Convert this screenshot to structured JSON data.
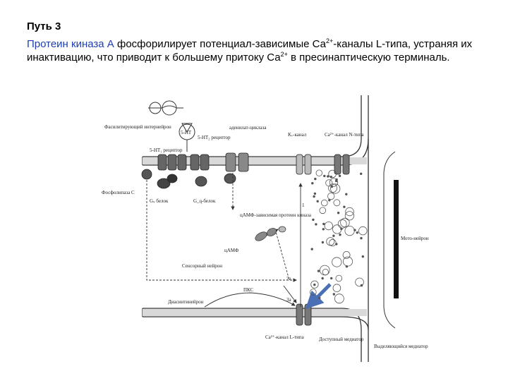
{
  "slide": {
    "heading": "Путь 3",
    "para_highlight": "Протеин киназа А",
    "para_part1": " фосфорилирует потенциал-зависимые Са",
    "para_sup1": "2+",
    "para_part2": "-каналы L-типа, устраняя их инактивацию, что приводит к большему притоку Са",
    "para_sup2": "2+",
    "para_part3": " в пресинаптическую терминаль."
  },
  "diagram": {
    "labels": {
      "interneuron_top": "Фасилитирующий интернейрон",
      "serotonin": "5-HT",
      "receptor_5ht2": "5-HT₂ рецептор",
      "adenylate_cyclase": "аденилат-циклаза",
      "kv_channel": "Kᵥ-канал",
      "ca_n_channel": "Ca²⁺-канал N-типа",
      "receptor_5ht1": "5-HT₁ рецептор",
      "phospholipase": "Фосфолипаза С",
      "gs_protein": "Gₛ белок",
      "gq_protein": "G_q-белок",
      "pka": "цАМФ-зависимая протеин киназа",
      "camp": "цАМФ",
      "sensory_neuron": "Сенсорный нейрон",
      "motor_neuron": "Мото-нейрон",
      "pkc": "ПКС",
      "interneuron_bottom": "Диасинтинейрон",
      "ca_l_channel": "Ca²⁺-канал L-типа",
      "available_mediator": "Доступный медиатор",
      "released_mediator": "Выделяющийся медиатор",
      "mark_1": "1",
      "mark_2a": "2a",
      "mark_3a": "3a"
    },
    "colors": {
      "ink": "#333333",
      "arrow": "#4a6fb5",
      "membrane": "#d9d9d9"
    }
  }
}
